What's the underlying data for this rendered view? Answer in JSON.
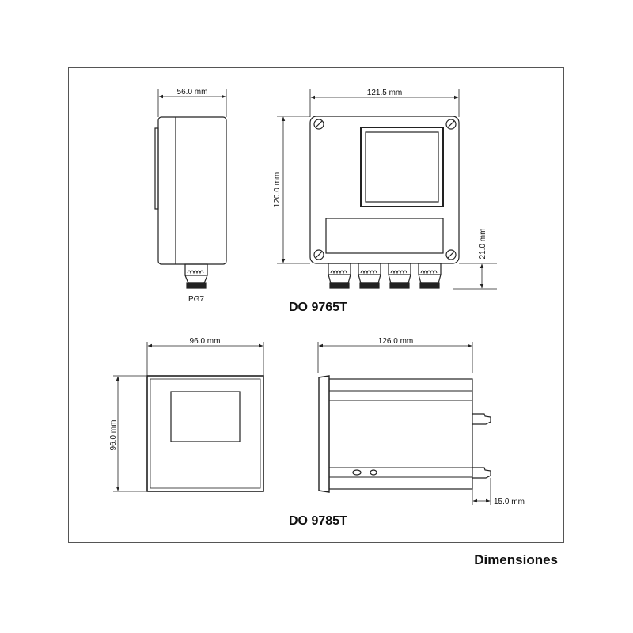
{
  "figure": {
    "caption": "Dimensiones",
    "colors": {
      "line": "#222222",
      "frame": "#555555",
      "background": "#ffffff"
    }
  },
  "models": [
    {
      "name": "DO 9765T",
      "views": {
        "side": {
          "width_label": "56.0 mm",
          "gland_label": "PG7"
        },
        "front": {
          "width_label": "121.5 mm",
          "height_label": "120.0 mm",
          "gland_height_label": "21.0 mm",
          "cable_glands": 4,
          "screws": 4
        }
      }
    },
    {
      "name": "DO 9785T",
      "views": {
        "front": {
          "width_label": "96.0 mm",
          "height_label": "96.0 mm"
        },
        "side": {
          "depth_label": "126.0 mm",
          "terminal_label": "15.0 mm"
        }
      }
    }
  ]
}
